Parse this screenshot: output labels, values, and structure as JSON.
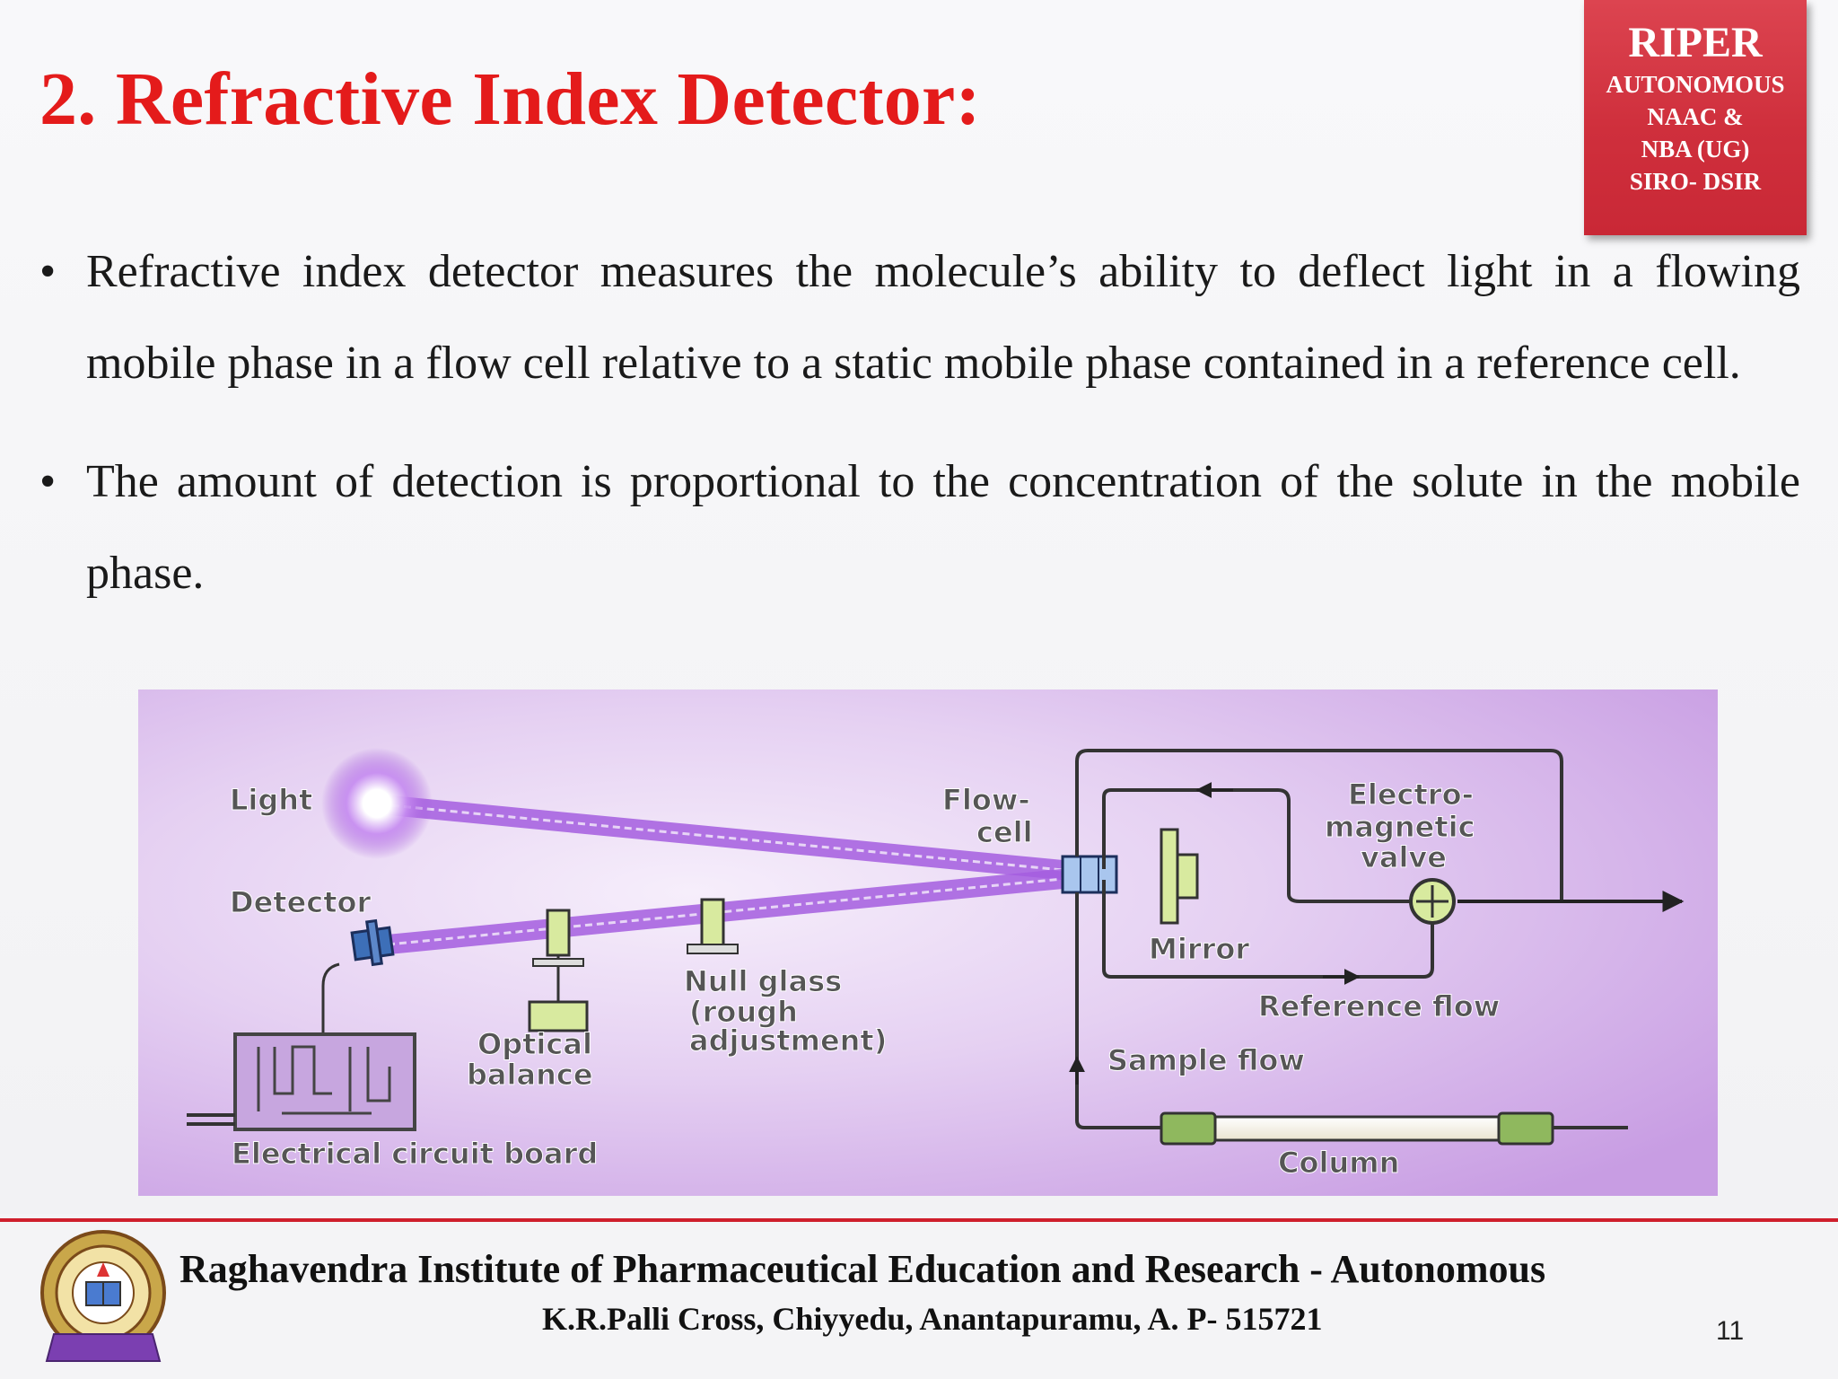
{
  "slide": {
    "title": "2. Refractive Index Detector:",
    "badge": {
      "line1": "RIPER",
      "line2": "AUTONOMOUS",
      "line3": "NAAC &",
      "line4": "NBA (UG)",
      "line5": "SIRO- DSIR",
      "color": "#d2323e"
    },
    "bullet_symbol": "•",
    "bullets": [
      "Refractive index detector measures the molecule’s ability to deflect light in a flowing mobile phase in a flow cell relative to a static mobile phase contained in a reference cell.",
      "The amount of detection is proportional to the concentration of the solute in the mobile phase."
    ]
  },
  "diagram": {
    "labels": {
      "light": "Light",
      "detector": "Detector",
      "flow_cell_1": "Flow-",
      "flow_cell_2": "cell",
      "em_valve_1": "Electro-",
      "em_valve_2": "magnetic",
      "em_valve_3": "valve",
      "mirror": "Mirror",
      "null_glass_1": "Null glass",
      "null_glass_2": "(rough",
      "null_glass_3": "adjustment)",
      "optical_balance_1": "Optical",
      "optical_balance_2": "balance",
      "reference_flow": "Reference flow",
      "sample_flow": "Sample flow",
      "column": "Column",
      "circuit_board": "Electrical circuit board"
    }
  },
  "footer": {
    "institute": "Raghavendra Institute of Pharmaceutical Education and Research - Autonomous",
    "address": "K.R.Palli Cross, Chiyyedu, Anantapuramu, A. P- 515721",
    "page_number": "11",
    "rule_color": "#cf1f2c"
  }
}
